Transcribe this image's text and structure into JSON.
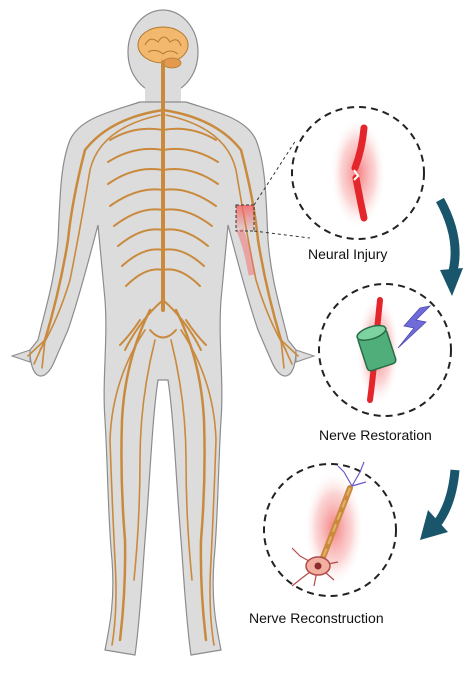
{
  "labels": {
    "injury": "Neural Injury",
    "restoration": "Nerve Restoration",
    "reconstruction": "Nerve Reconstruction"
  },
  "colors": {
    "body_fill": "#dcdcdc",
    "body_outline": "#8c8c8c",
    "nerve": "#c98a3e",
    "nerve_light": "#e7b06a",
    "brain": "#f2b86d",
    "injury_glow": "#f36b6b",
    "injury_nerve": "#e3262b",
    "conduit": "#4fae7a",
    "lightning": "#6f6bd9",
    "arrow": "#19566b",
    "neuron": "#b24a4a",
    "dendrite": "#6a5acd"
  }
}
